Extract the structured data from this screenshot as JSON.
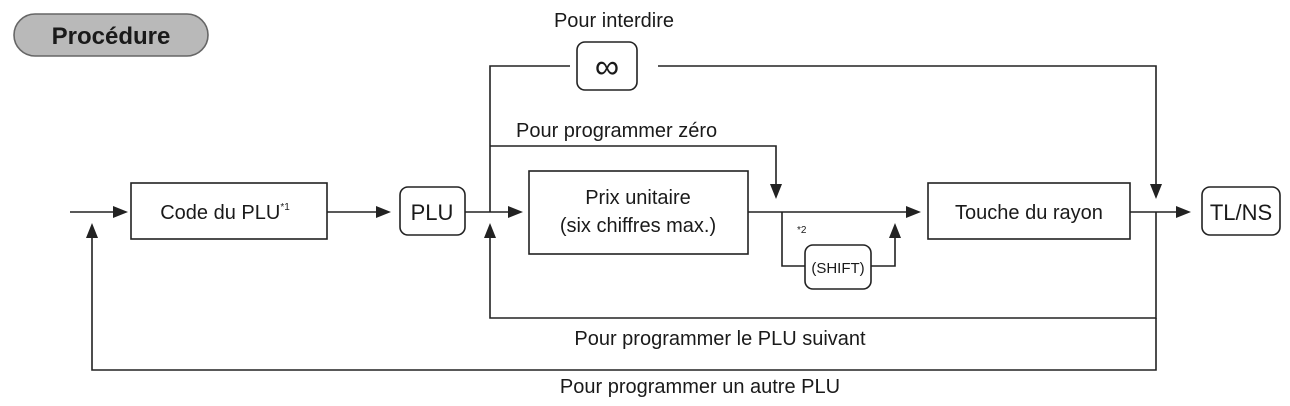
{
  "header": {
    "badge_label": "Procédure"
  },
  "labels": {
    "prohibit": "Pour interdire",
    "program_zero": "Pour programmer zéro",
    "next_plu": "Pour programmer le PLU suivant",
    "other_plu": "Pour programmer un autre PLU"
  },
  "boxes": {
    "plu_code": "Code du PLU",
    "plu_code_note": "*1",
    "unit_price_line1": "Prix unitaire",
    "unit_price_line2": "(six chiffres max.)",
    "dept_key": "Touche du rayon"
  },
  "keys": {
    "plu": "PLU",
    "shift": "(SHIFT)",
    "shift_note": "*2",
    "tlns": "TL/NS",
    "prohibit_symbol": "∞"
  },
  "icons": {
    "prohibit_key": "infinity-icon"
  }
}
